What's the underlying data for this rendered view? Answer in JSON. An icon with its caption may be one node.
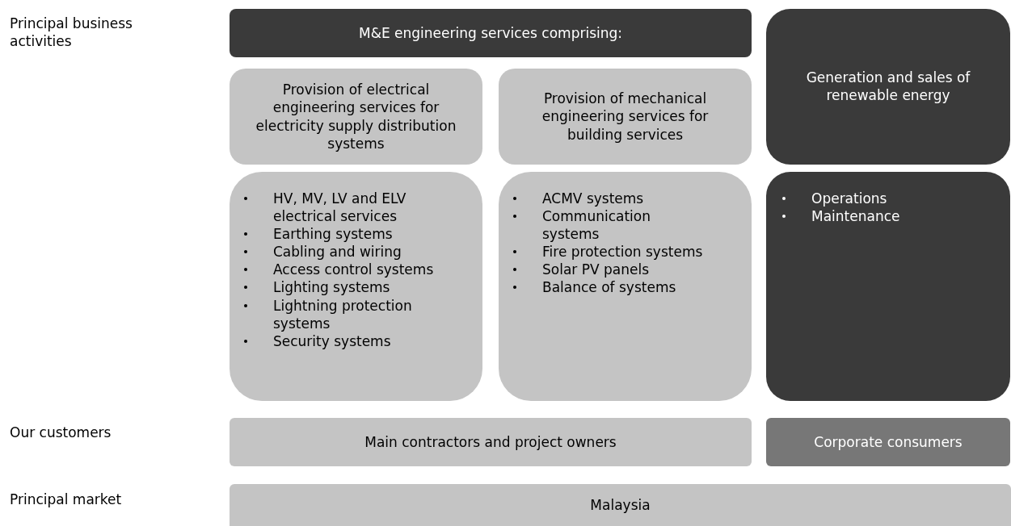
{
  "diagram": {
    "nodes": [
      {
        "text": [
          "M&E engineering services comprising:"
        ]
      },
      {
        "text": [
          "Provision of electrical engineering services for electricity supply distribution systems"
        ]
      },
      {
        "text": [
          "Provision of mechanical engineering services for building services"
        ]
      },
      {
        "text": [
          "Generation and sales of renewable energy"
        ]
      },
      {
        "text": [
          "HV, MV, LV and ELV electrical services",
          "Earthing systems",
          "Cabling and wiring",
          "Access control systems",
          "Lighting systems",
          "Lightning protection systems",
          "Security systems"
        ]
      },
      {
        "text": [
          "ACMV systems",
          "Communication systems",
          "Fire protection systems",
          "Solar PV panels",
          "Balance of systems"
        ]
      },
      {
        "text": [
          "Operations",
          "Maintenance"
        ]
      },
      {
        "text": [
          "Main contractors and project owners"
        ]
      },
      {
        "text": [
          "Corporate consumers"
        ]
      },
      {
        "text": [
          "Malaysia"
        ]
      }
    ],
    "labels": [
      "Principal business activities",
      "Our customers",
      "Principal market"
    ]
  }
}
